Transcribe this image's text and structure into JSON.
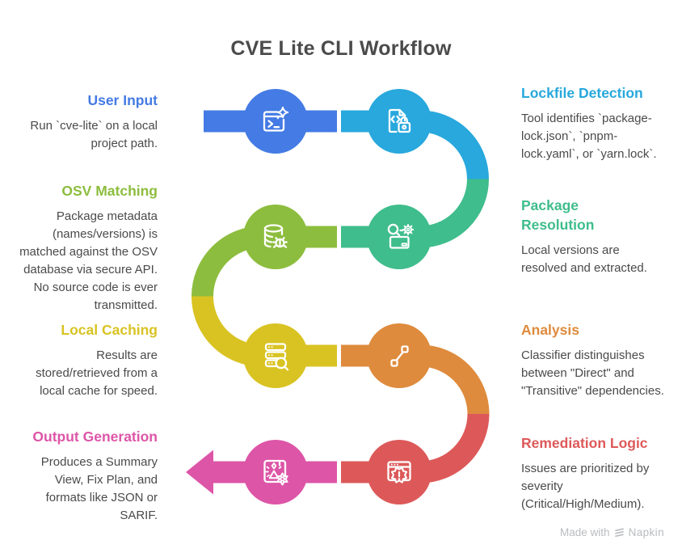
{
  "title": "CVE Lite CLI Workflow",
  "steps": [
    {
      "label": "User Input",
      "side": "left",
      "color": "#447be4",
      "icon": "terminal-sparkle-icon",
      "body": "Run `cve-lite` on a local\nproject path."
    },
    {
      "label": "Lockfile Detection",
      "side": "right",
      "color": "#28a8dd",
      "icon": "code-file-lock-icon",
      "body": "Tool identifies `package-\nlock.json`, `pnpm-\nlock.yaml`, or `yarn.lock`."
    },
    {
      "label": "OSV Matching",
      "side": "left",
      "color": "#8dbd3e",
      "icon": "database-bug-icon",
      "body": "Package metadata\n(names/versions) is\nmatched against the OSV\ndatabase via secure API.\nNo source code is ever\ntransmitted."
    },
    {
      "label": "Package\nResolution",
      "side": "right",
      "color": "#3fbd8c",
      "icon": "search-gear-box-icon",
      "body": "Local versions are\nresolved and extracted."
    },
    {
      "label": "Local Caching",
      "side": "left",
      "color": "#d9c322",
      "icon": "server-search-icon",
      "body": "Results are\nstored/retrieved from a\nlocal cache for speed."
    },
    {
      "label": "Analysis",
      "side": "right",
      "color": "#de8b3d",
      "icon": "link-nodes-icon",
      "body": "Classifier distinguishes\nbetween \"Direct\" and\n\"Transitive\" dependencies."
    },
    {
      "label": "Output Generation",
      "side": "left",
      "color": "#dd55a7",
      "icon": "document-gear-icon",
      "body": "Produces a Summary\nView, Fix Plan, and\nformats like JSON or\nSARIF."
    },
    {
      "label": "Remediation Logic",
      "side": "right",
      "color": "#dd5959",
      "icon": "browser-alert-icon",
      "body": "Issues are prioritized by\nseverity\n(Critical/High/Medium)."
    }
  ],
  "footer": {
    "made_with": "Made with",
    "brand": "Napkin"
  }
}
